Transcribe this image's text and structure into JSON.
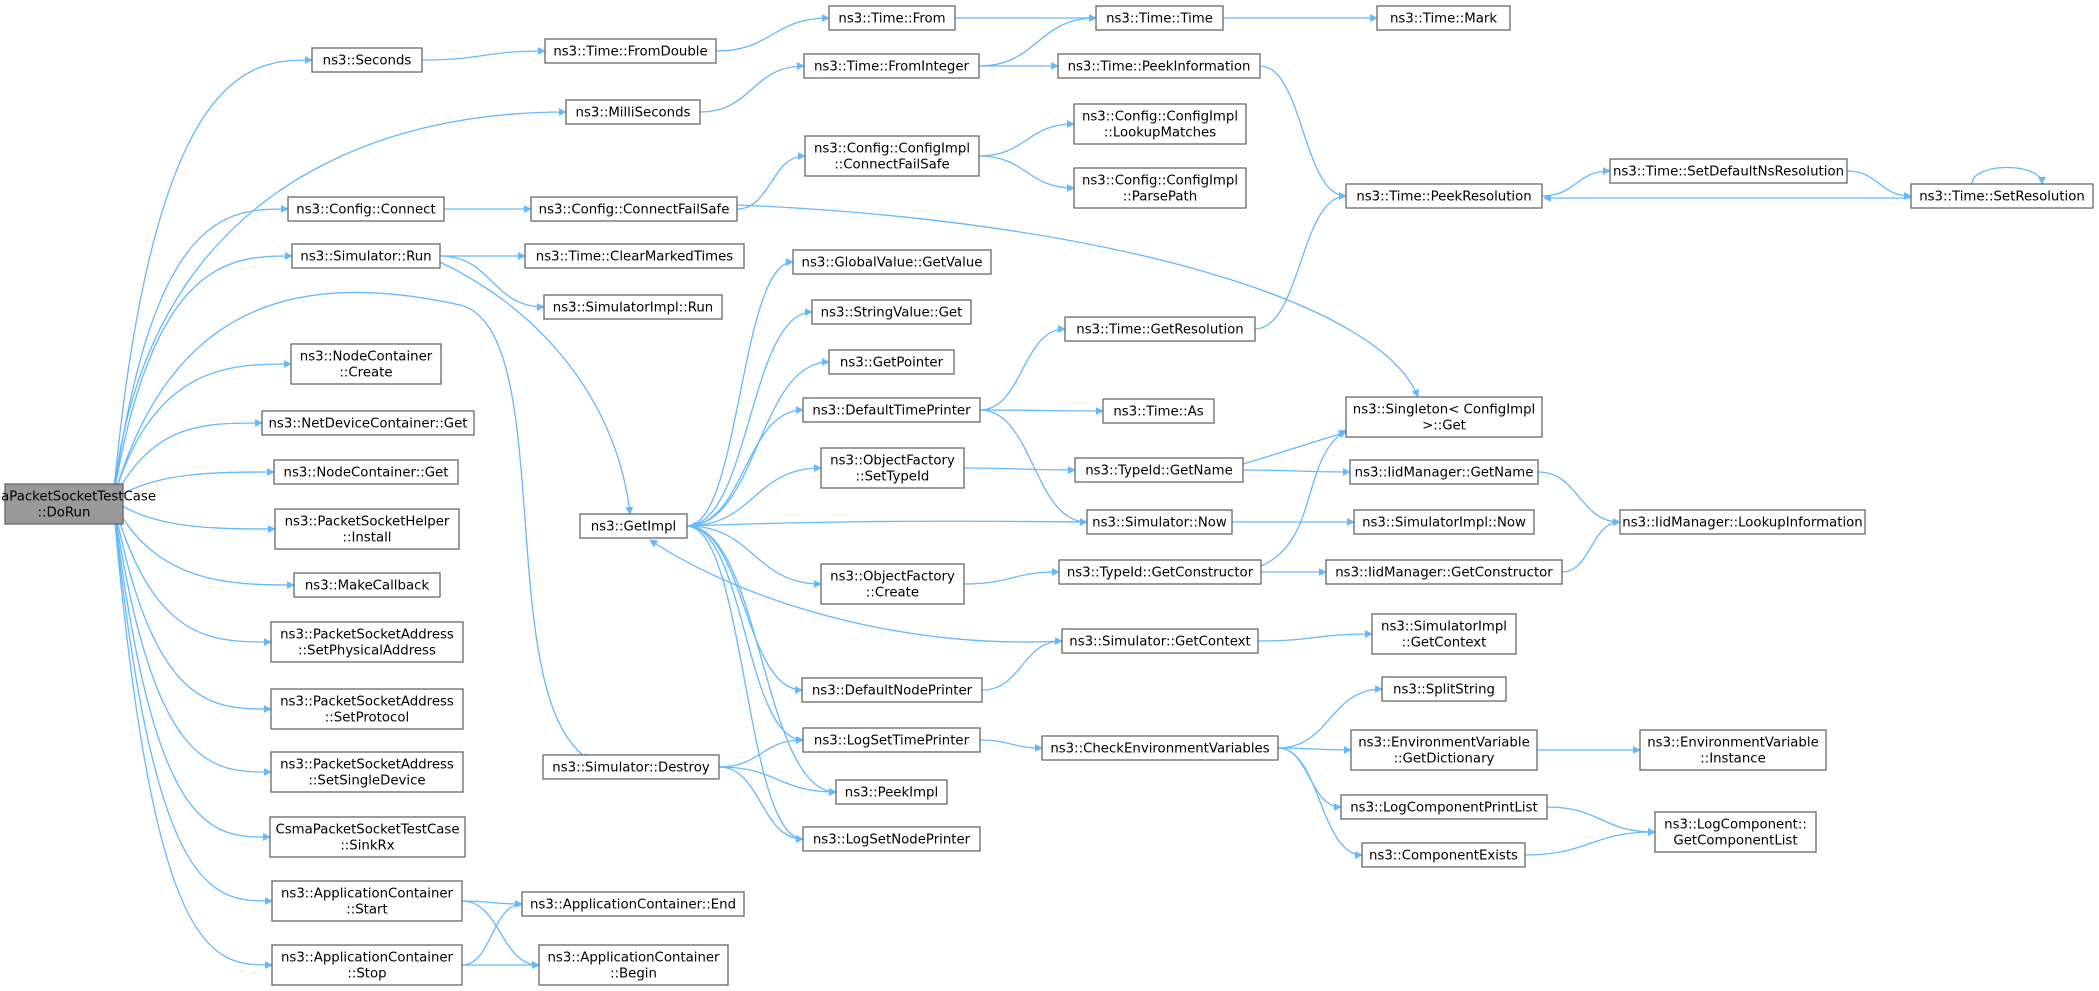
{
  "diagram": {
    "type": "call-graph",
    "edge_color": "#63b8ff",
    "box_border_color": "#666666",
    "root_fill_color": "#999999",
    "nodes": [
      {
        "id": "dorun",
        "lines": [
          "CsmaPacketSocketTestCase",
          "::DoRun"
        ],
        "root": true
      },
      {
        "id": "seconds",
        "lines": [
          "ns3::Seconds"
        ]
      },
      {
        "id": "milliseconds",
        "lines": [
          "ns3::MilliSeconds"
        ]
      },
      {
        "id": "config_connect",
        "lines": [
          "ns3::Config::Connect"
        ]
      },
      {
        "id": "sim_run",
        "lines": [
          "ns3::Simulator::Run"
        ]
      },
      {
        "id": "nc_create",
        "lines": [
          "ns3::NodeContainer",
          "::Create"
        ]
      },
      {
        "id": "ndc_get",
        "lines": [
          "ns3::NetDeviceContainer::Get"
        ]
      },
      {
        "id": "nc_get",
        "lines": [
          "ns3::NodeContainer::Get"
        ]
      },
      {
        "id": "psh_install",
        "lines": [
          "ns3::PacketSocketHelper",
          "::Install"
        ]
      },
      {
        "id": "makecallback",
        "lines": [
          "ns3::MakeCallback"
        ]
      },
      {
        "id": "psa_setphys",
        "lines": [
          "ns3::PacketSocketAddress",
          "::SetPhysicalAddress"
        ]
      },
      {
        "id": "psa_setproto",
        "lines": [
          "ns3::PacketSocketAddress",
          "::SetProtocol"
        ]
      },
      {
        "id": "psa_setsingle",
        "lines": [
          "ns3::PacketSocketAddress",
          "::SetSingleDevice"
        ]
      },
      {
        "id": "sinkrx",
        "lines": [
          "CsmaPacketSocketTestCase",
          "::SinkRx"
        ]
      },
      {
        "id": "ac_start",
        "lines": [
          "ns3::ApplicationContainer",
          "::Start"
        ]
      },
      {
        "id": "ac_stop",
        "lines": [
          "ns3::ApplicationContainer",
          "::Stop"
        ]
      },
      {
        "id": "time_fromdouble",
        "lines": [
          "ns3::Time::FromDouble"
        ]
      },
      {
        "id": "config_connectfailsafe",
        "lines": [
          "ns3::Config::ConnectFailSafe"
        ]
      },
      {
        "id": "time_clearmarked",
        "lines": [
          "ns3::Time::ClearMarkedTimes"
        ]
      },
      {
        "id": "simimpl_run",
        "lines": [
          "ns3::SimulatorImpl::Run"
        ]
      },
      {
        "id": "getimpl",
        "lines": [
          "ns3::GetImpl"
        ]
      },
      {
        "id": "sim_destroy",
        "lines": [
          "ns3::Simulator::Destroy"
        ]
      },
      {
        "id": "ac_end",
        "lines": [
          "ns3::ApplicationContainer::End"
        ]
      },
      {
        "id": "ac_begin",
        "lines": [
          "ns3::ApplicationContainer",
          "::Begin"
        ]
      },
      {
        "id": "time_from",
        "lines": [
          "ns3::Time::From"
        ]
      },
      {
        "id": "time_frominteger",
        "lines": [
          "ns3::Time::FromInteger"
        ]
      },
      {
        "id": "cfgimpl_connectfailsafe",
        "lines": [
          "ns3::Config::ConfigImpl",
          "::ConnectFailSafe"
        ]
      },
      {
        "id": "gv_getvalue",
        "lines": [
          "ns3::GlobalValue::GetValue"
        ]
      },
      {
        "id": "sv_get",
        "lines": [
          "ns3::StringValue::Get"
        ]
      },
      {
        "id": "getpointer",
        "lines": [
          "ns3::GetPointer"
        ]
      },
      {
        "id": "defaulttimeprinter",
        "lines": [
          "ns3::DefaultTimePrinter"
        ]
      },
      {
        "id": "of_settypeid",
        "lines": [
          "ns3::ObjectFactory",
          "::SetTypeId"
        ]
      },
      {
        "id": "of_create",
        "lines": [
          "ns3::ObjectFactory",
          "::Create"
        ]
      },
      {
        "id": "defaultnodeprinter",
        "lines": [
          "ns3::DefaultNodePrinter"
        ]
      },
      {
        "id": "logsettimeprinter",
        "lines": [
          "ns3::LogSetTimePrinter"
        ]
      },
      {
        "id": "peekimpl",
        "lines": [
          "ns3::PeekImpl"
        ]
      },
      {
        "id": "logsetnodeprinter",
        "lines": [
          "ns3::LogSetNodePrinter"
        ]
      },
      {
        "id": "time_time",
        "lines": [
          "ns3::Time::Time"
        ]
      },
      {
        "id": "time_peekinfo",
        "lines": [
          "ns3::Time::PeekInformation"
        ]
      },
      {
        "id": "cfgimpl_lookupmatches",
        "lines": [
          "ns3::Config::ConfigImpl",
          "::LookupMatches"
        ]
      },
      {
        "id": "cfgimpl_parsepath",
        "lines": [
          "ns3::Config::ConfigImpl",
          "::ParsePath"
        ]
      },
      {
        "id": "time_getresolution",
        "lines": [
          "ns3::Time::GetResolution"
        ]
      },
      {
        "id": "time_as",
        "lines": [
          "ns3::Time::As"
        ]
      },
      {
        "id": "typeid_getname",
        "lines": [
          "ns3::TypeId::GetName"
        ]
      },
      {
        "id": "sim_now",
        "lines": [
          "ns3::Simulator::Now"
        ]
      },
      {
        "id": "typeid_getconstructor",
        "lines": [
          "ns3::TypeId::GetConstructor"
        ]
      },
      {
        "id": "sim_getcontext",
        "lines": [
          "ns3::Simulator::GetContext"
        ]
      },
      {
        "id": "checkenvvars",
        "lines": [
          "ns3::CheckEnvironmentVariables"
        ]
      },
      {
        "id": "time_mark",
        "lines": [
          "ns3::Time::Mark"
        ]
      },
      {
        "id": "time_peekresolution",
        "lines": [
          "ns3::Time::PeekResolution"
        ]
      },
      {
        "id": "singleton_get",
        "lines": [
          "ns3::Singleton< ConfigImpl",
          " >::Get"
        ]
      },
      {
        "id": "iid_getname",
        "lines": [
          "ns3::IidManager::GetName"
        ]
      },
      {
        "id": "simimpl_now",
        "lines": [
          "ns3::SimulatorImpl::Now"
        ]
      },
      {
        "id": "iid_getconstructor",
        "lines": [
          "ns3::IidManager::GetConstructor"
        ]
      },
      {
        "id": "simimpl_getcontext",
        "lines": [
          "ns3::SimulatorImpl",
          "::GetContext"
        ]
      },
      {
        "id": "splitstring",
        "lines": [
          "ns3::SplitString"
        ]
      },
      {
        "id": "envvar_getdict",
        "lines": [
          "ns3::EnvironmentVariable",
          "::GetDictionary"
        ]
      },
      {
        "id": "logcompprintlist",
        "lines": [
          "ns3::LogComponentPrintList"
        ]
      },
      {
        "id": "componentexists",
        "lines": [
          "ns3::ComponentExists"
        ]
      },
      {
        "id": "time_setdefaultns",
        "lines": [
          "ns3::Time::SetDefaultNsResolution"
        ]
      },
      {
        "id": "time_setresolution",
        "lines": [
          "ns3::Time::SetResolution"
        ]
      },
      {
        "id": "iid_lookupinfo",
        "lines": [
          "ns3::IidManager::LookupInformation"
        ]
      },
      {
        "id": "envvar_instance",
        "lines": [
          "ns3::EnvironmentVariable",
          "::Instance"
        ]
      },
      {
        "id": "logcomp_getlist",
        "lines": [
          "ns3::LogComponent::",
          "GetComponentList"
        ]
      }
    ]
  }
}
